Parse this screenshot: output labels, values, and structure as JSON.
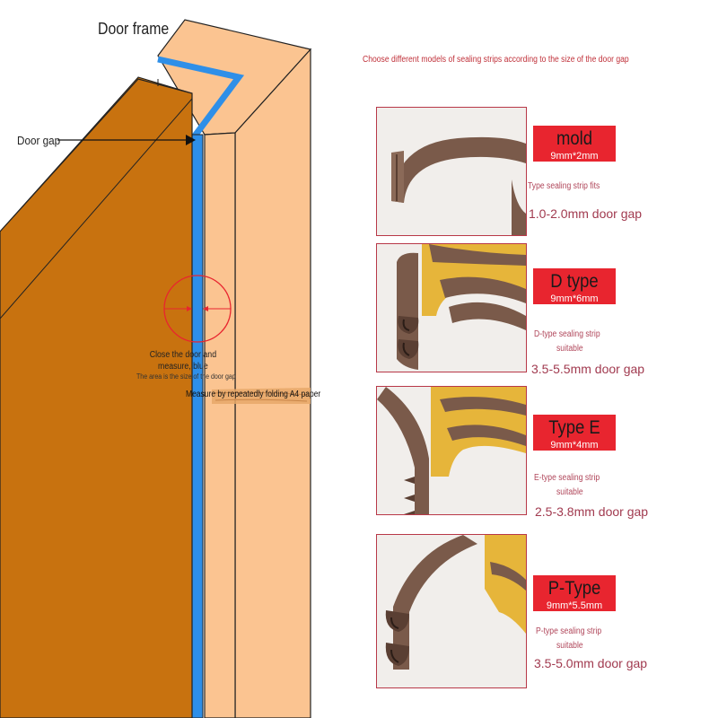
{
  "left_labels": {
    "door_frame": "Door frame",
    "door_gap": "Door gap",
    "close_measure": "Close the door and measure, blue",
    "area_note": "The area is the size of the door gap",
    "measure_paper": "Measure by repeatedly folding A4 paper"
  },
  "headline": "Choose different models of sealing strips according to the size of the door gap",
  "strips": [
    {
      "name": "mold",
      "size": "9mm*2mm",
      "note": "Type sealing strip fits",
      "note2": "",
      "gap": "1.0-2.0mm door gap",
      "profile": "flat"
    },
    {
      "name": "D type",
      "size": "9mm*6mm",
      "note": "D-type sealing strip",
      "note2": "suitable",
      "gap": "3.5-5.5mm door gap",
      "profile": "d"
    },
    {
      "name": "Type E",
      "size": "9mm*4mm",
      "note": "E-type sealing strip",
      "note2": "suitable",
      "gap": "2.5-3.8mm door gap",
      "profile": "e"
    },
    {
      "name": "P-Type",
      "size": "9mm*5.5mm",
      "note": "P-type sealing strip",
      "note2": "suitable",
      "gap": "3.5-5.0mm door gap",
      "profile": "p"
    }
  ],
  "colors": {
    "door": "#c8720f",
    "frame": "#fbc491",
    "gap_blue": "#2e8fe8",
    "accent_red": "#e8252f",
    "rubber": "#7a5a4a",
    "tape": "#e6b53a"
  }
}
